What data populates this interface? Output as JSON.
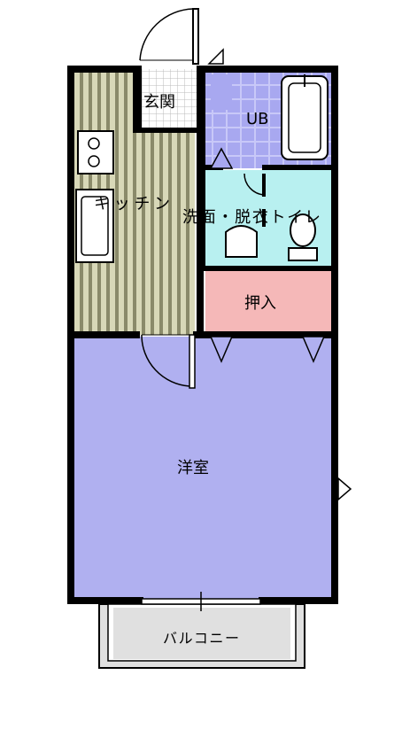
{
  "floorplan": {
    "rooms": {
      "entrance": "玄関",
      "kitchen": "キッチン",
      "unit_bath": "UB",
      "washroom_toilet": "洗面・脱衣トイレ",
      "closet": "押入",
      "western_room": "洋室",
      "balcony": "バルコニー"
    },
    "colors": {
      "wall": "#000000",
      "kitchen_floor": "#d8d8b8",
      "kitchen_stripe": "#8a8a6a",
      "bath_tile": "#a8a8f0",
      "washroom": "#b8f0f0",
      "closet": "#f5b8b8",
      "western_room": "#b0b0f0",
      "balcony": "#e0e0e0"
    }
  }
}
